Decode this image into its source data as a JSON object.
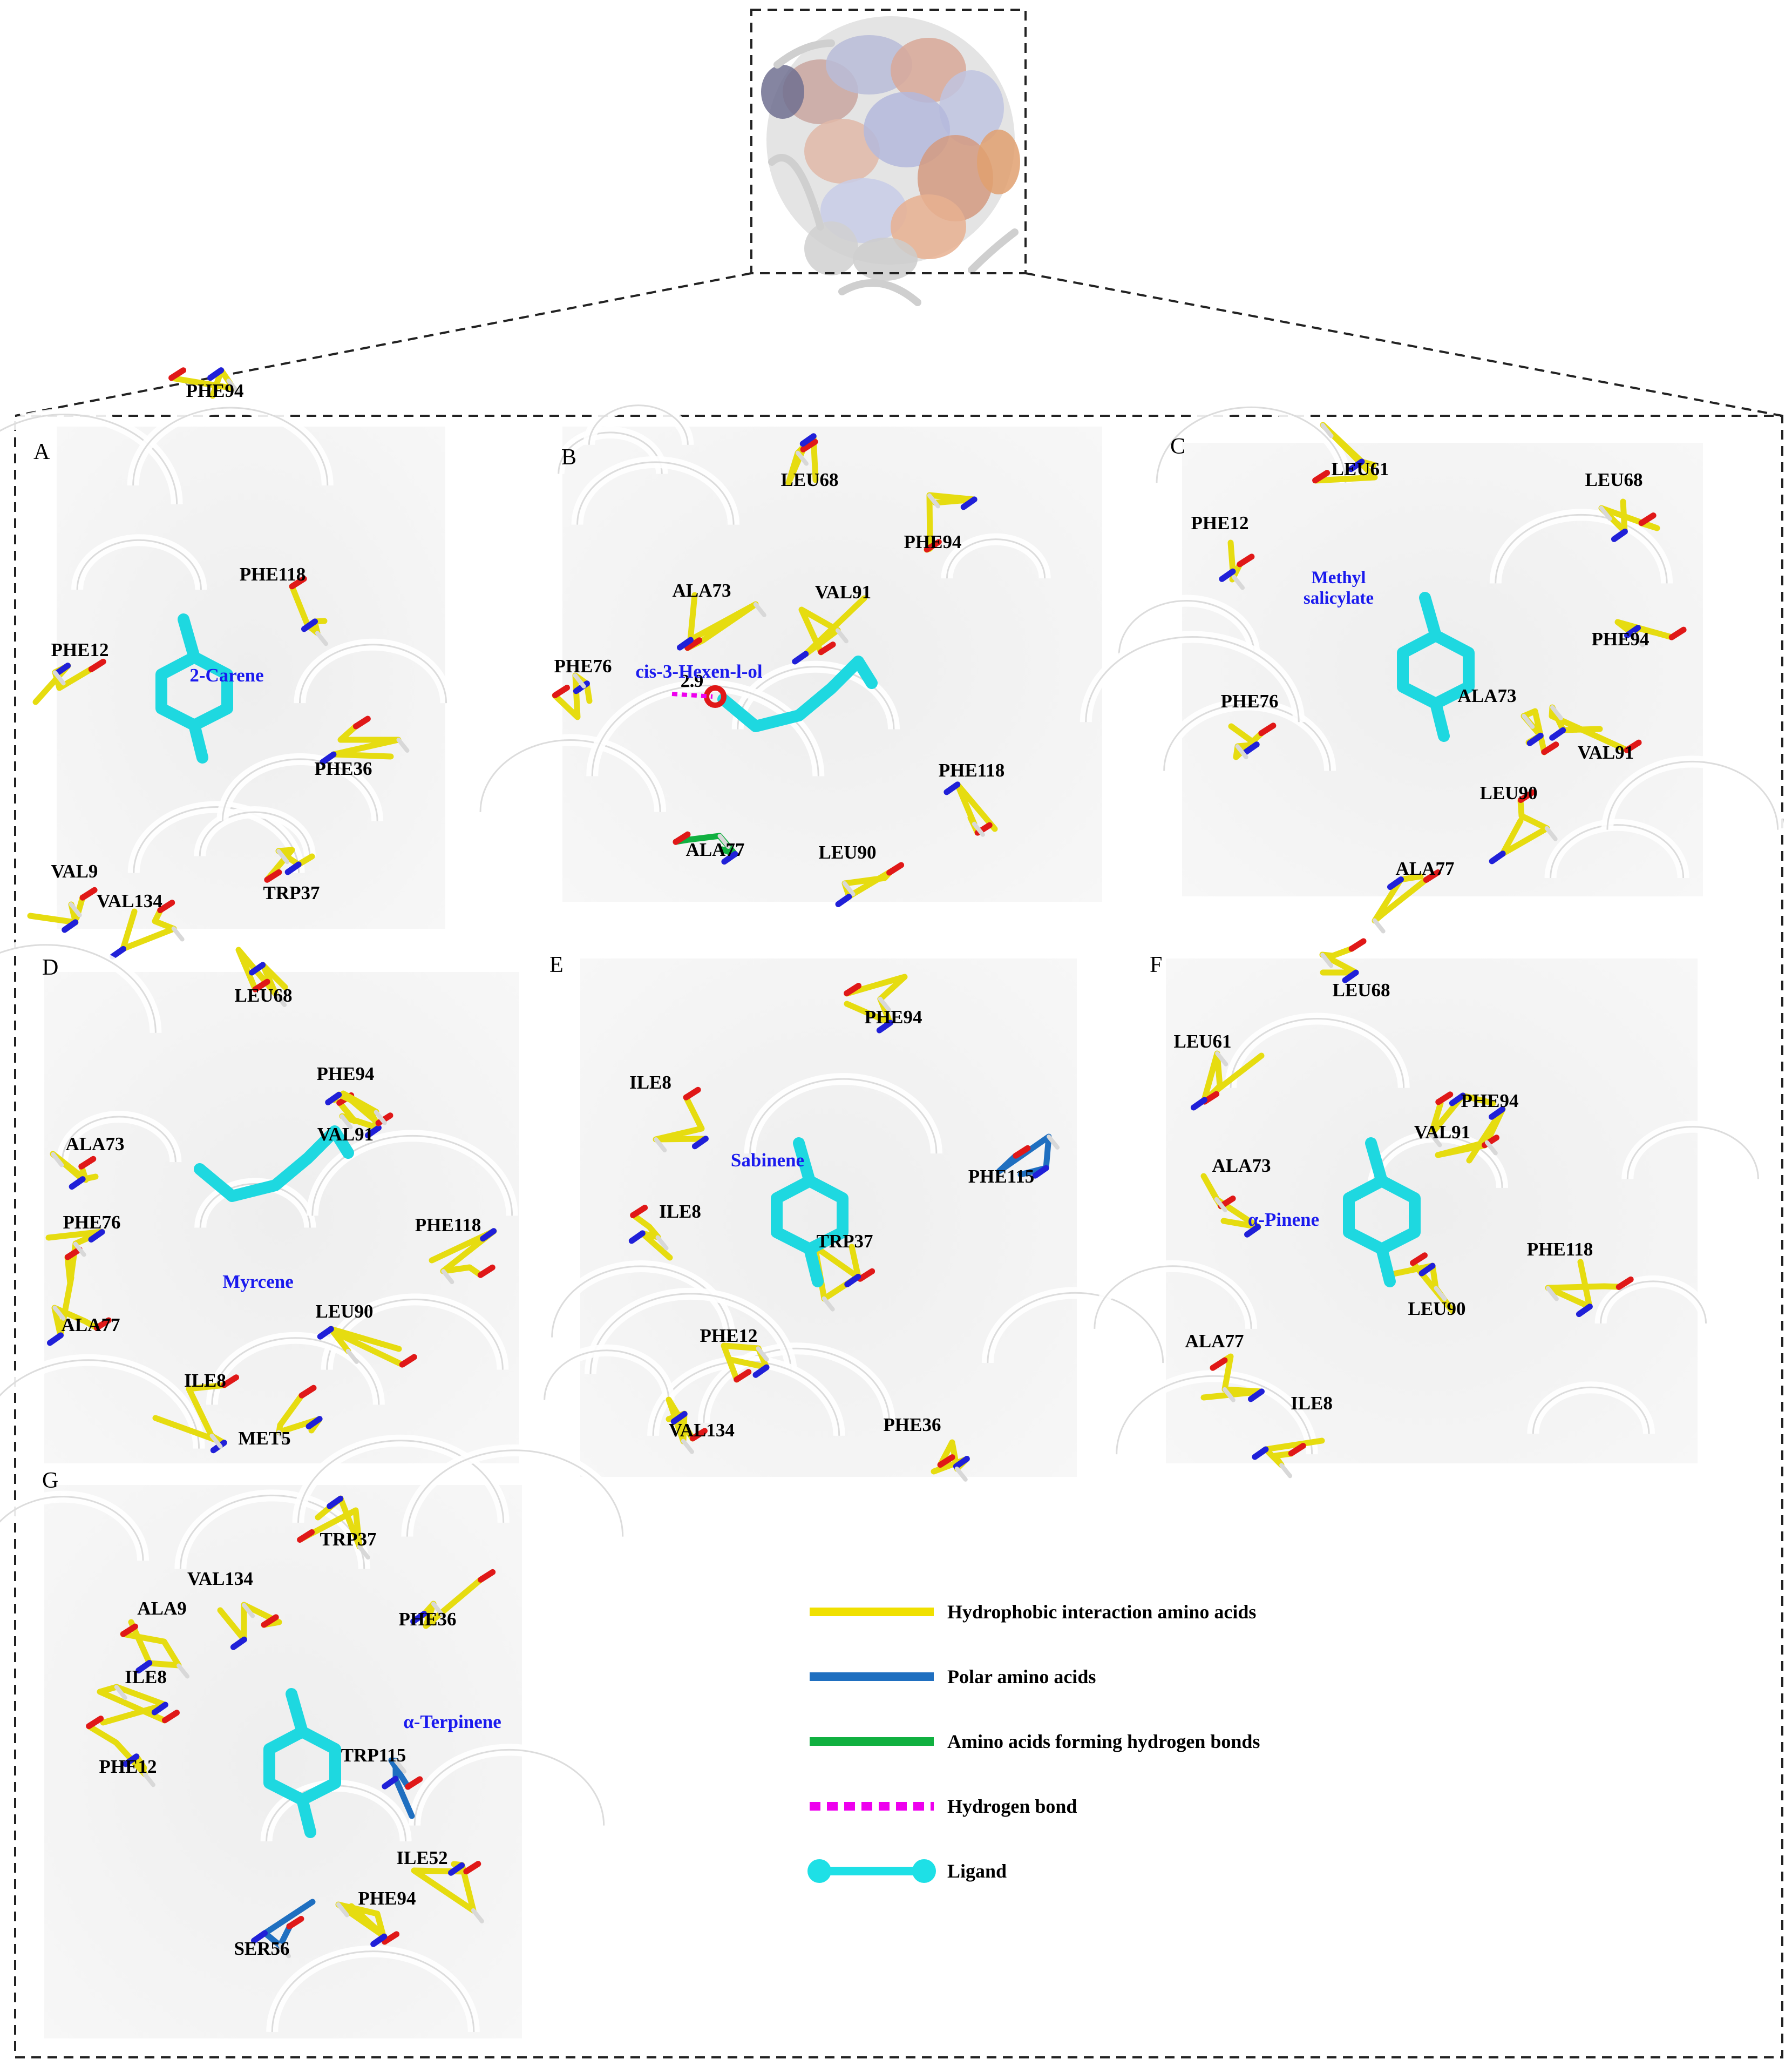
{
  "panels": [
    {
      "id": "A",
      "ligand": "2-Carene",
      "residues": [
        "PHE94",
        "PHE118",
        "PHE12",
        "PHE36",
        "VAL9",
        "VAL134",
        "TRP37"
      ]
    },
    {
      "id": "B",
      "ligand": "cis-3-Hexen-l-ol",
      "hbond_distance": "2.9",
      "residues": [
        "LEU68",
        "ALA73",
        "VAL91",
        "PHE94",
        "PHE76",
        "PHE118",
        "ALA77",
        "LEU90"
      ]
    },
    {
      "id": "C",
      "ligand_lines": [
        "Methyl",
        "salicylate"
      ],
      "residues": [
        "LEU61",
        "LEU68",
        "PHE12",
        "PHE94",
        "PHE76",
        "ALA73",
        "VAL91",
        "LEU90",
        "ALA77"
      ]
    },
    {
      "id": "D",
      "ligand": "Myrcene",
      "residues": [
        "LEU68",
        "PHE94",
        "ALA73",
        "VAL91",
        "PHE76",
        "PHE118",
        "ALA77",
        "LEU90",
        "ILE8",
        "MET5"
      ]
    },
    {
      "id": "E",
      "ligand": "Sabinene",
      "residues": [
        "PHE94",
        "ILE8",
        "ILE8",
        "PHE115",
        "TRP37",
        "PHE12",
        "VAL134",
        "PHE36"
      ]
    },
    {
      "id": "F",
      "ligand": "α-Pinene",
      "residues": [
        "LEU68",
        "LEU61",
        "PHE94",
        "VAL91",
        "ALA73",
        "PHE118",
        "LEU90",
        "ALA77",
        "ILE8"
      ]
    },
    {
      "id": "G",
      "ligand": "α-Terpinene",
      "residues": [
        "TRP37",
        "VAL134",
        "ALA9",
        "PHE36",
        "ILE8",
        "TRP115",
        "PHE12",
        "ILE52",
        "PHE94",
        "SER56"
      ]
    }
  ],
  "legend": [
    {
      "key": "hydrophobic",
      "label": "Hydrophobic interaction amino acids",
      "color": "#f0e000"
    },
    {
      "key": "polar",
      "label": "Polar amino acids",
      "color": "#1f6fc0"
    },
    {
      "key": "hbond_aa",
      "label": "Amino acids forming hydrogen bonds",
      "color": "#10b040"
    },
    {
      "key": "hbond",
      "label": "Hydrogen bond",
      "color": "#ee00ee"
    },
    {
      "key": "ligand",
      "label": "Ligand",
      "color": "#1ee0e6"
    }
  ],
  "colors": {
    "residue": "#e6dc10",
    "ligand": "#1ed8e0",
    "ligand_label": "#1a1aee",
    "oxygen": "#e01818",
    "nitrogen": "#2020d8",
    "hydrogen": "#d8d8d8",
    "polar": "#1f6fc0",
    "hbond_aa": "#10b040",
    "hbond": "#ee00ee"
  }
}
